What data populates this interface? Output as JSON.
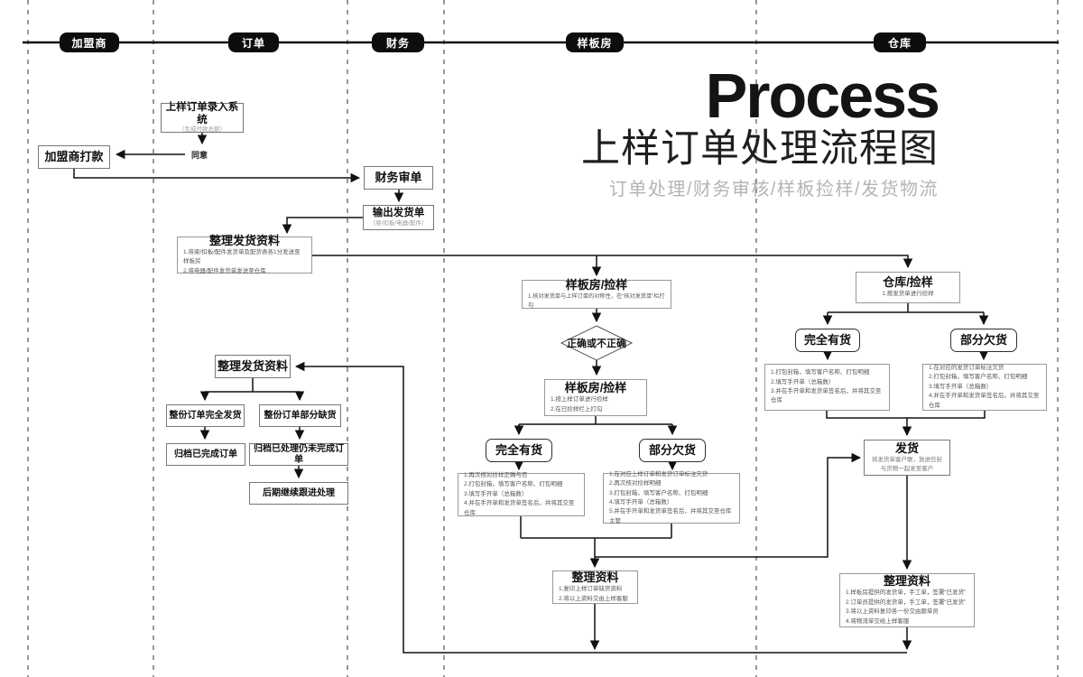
{
  "title": {
    "main": "Process",
    "sub": "上样订单处理流程图",
    "tagline": "订单处理/财务审核/样板捡样/发货物流"
  },
  "lanes": [
    {
      "label": "加盟商"
    },
    {
      "label": "订单"
    },
    {
      "label": "财务"
    },
    {
      "label": "样板房"
    },
    {
      "label": "仓库"
    }
  ],
  "labels": {
    "agree": "同意"
  },
  "nodes": {
    "order_entry": {
      "title": "上样订单录入系统",
      "note": "（生成付款总额）"
    },
    "payment": {
      "title": "加盟商打款"
    },
    "finance_audit": {
      "title": "财务审单"
    },
    "output_invoice": {
      "title": "输出发货单",
      "note": "（梁/扣板/电器/配件）"
    },
    "prep1": {
      "title": "整理发货资料",
      "items": [
        "1.将梁/扣板/配件发货单及配货表各1分发送至样板房",
        "2.将电器/配件发货单发送至仓库"
      ]
    },
    "sample_check1": {
      "title": "样板房/捡样",
      "items": [
        "1.核对发货单与上样订单的对称性，在“核对发货单”栏打勾"
      ]
    },
    "decision": {
      "title": "正确或不正确"
    },
    "sample_check2": {
      "title": "样板房/捡样",
      "items": [
        "1.按上样订单进行捡样",
        "2.在已捡样栏上打勾"
      ]
    },
    "full_stock_sample": {
      "title": "完全有货"
    },
    "partial_short_sample": {
      "title": "部分欠货"
    },
    "full_stock_sample_steps": {
      "items": [
        "1.再次核对捡样正确与否",
        "2.打包封箱，填写客户名称、打包明细",
        "3.填写手开单（总箱数）",
        "4.并在手开单和发货单签名后，并将其交至仓库"
      ]
    },
    "partial_short_sample_steps": {
      "items": [
        "1.在对应上样订单和发货订单标注欠货",
        "2.再次核对捡样明细",
        "3.打包封箱，填写客户名称、打包明细",
        "4.填写手开单（总箱数）",
        "5.并在手开单和发货单签名后，并将其交至仓库主管"
      ]
    },
    "warehouse_pick": {
      "title": "仓库/捡样",
      "items": [
        "1.按发货单进行捡样"
      ]
    },
    "full_stock_wh": {
      "title": "完全有货"
    },
    "partial_short_wh": {
      "title": "部分欠货"
    },
    "full_stock_wh_steps": {
      "items": [
        "1.打包封箱，填写客户名称、打包明细",
        "2.填写手开单（总箱数）",
        "3.并在手开单和发货单签名后，并将其交至仓库"
      ]
    },
    "partial_short_wh_steps": {
      "items": [
        "1.在对应的发货订单标注欠货",
        "2.打包封箱，填写客户名称、打包明细",
        "3.填写手开单（总箱数）",
        "4.并在手开单和发货单签名后，并将其交至仓库"
      ]
    },
    "ship": {
      "title": "发货",
      "items": [
        "将发货单客户联，放进信封",
        "与货物一起发至客户"
      ]
    },
    "prep2": {
      "title": "整理发货资料"
    },
    "full_ship_order": {
      "title": "整份订单完全发货"
    },
    "partial_short_order": {
      "title": "整份订单部分缺货"
    },
    "archive_done": {
      "title": "归档已完成订单"
    },
    "archive_pending": {
      "title": "归档已处理仍未完成订单"
    },
    "follow_up": {
      "title": "后期继续跟进处理"
    },
    "organize_sample": {
      "title": "整理资料",
      "items": [
        "1.复印上样订单缺货资料",
        "2.将以上资料交由上样客服"
      ]
    },
    "organize_wh": {
      "title": "整理资料",
      "items": [
        "1.样板房提供的发货单，手工单，签署“已发货”",
        "2.订单员提供的发货单，手工单，签署“已发货”",
        "3.将以上资料复印各一份交由跟单员",
        "4.将物流单交给上样客服"
      ]
    }
  }
}
